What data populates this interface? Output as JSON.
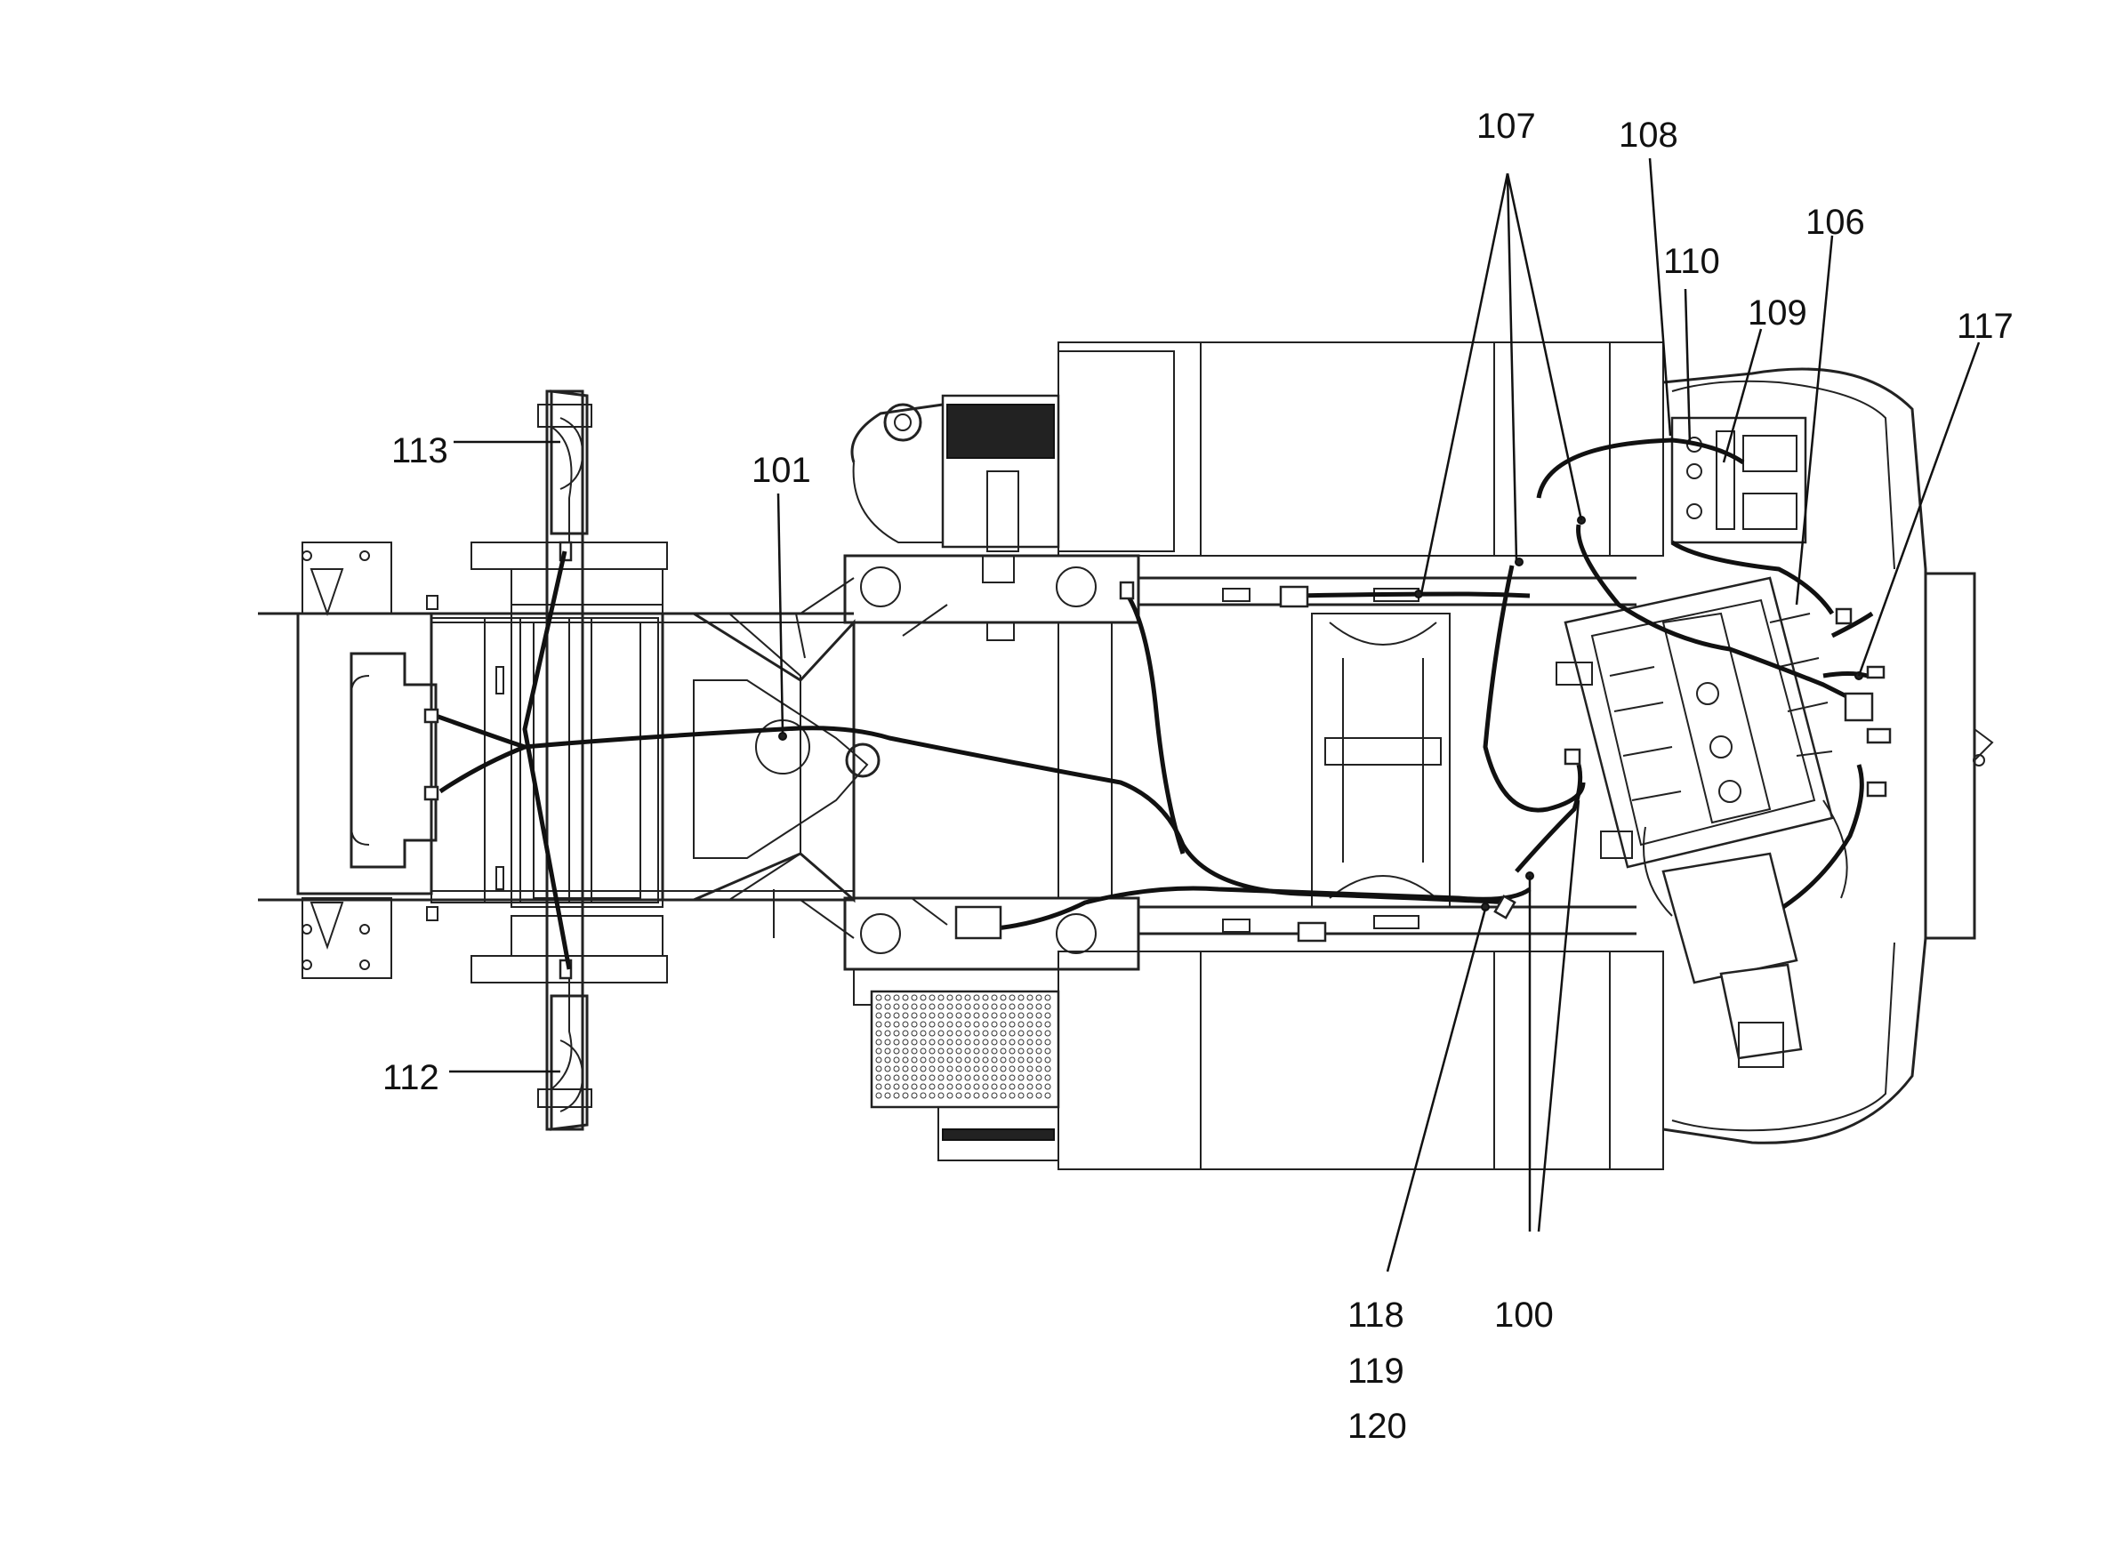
{
  "figure": {
    "reference_numerals": [
      {
        "id": "107",
        "text": "107"
      },
      {
        "id": "108",
        "text": "108"
      },
      {
        "id": "106",
        "text": "106"
      },
      {
        "id": "110",
        "text": "110"
      },
      {
        "id": "109",
        "text": "109"
      },
      {
        "id": "117",
        "text": "117"
      },
      {
        "id": "113",
        "text": "113"
      },
      {
        "id": "101",
        "text": "101"
      },
      {
        "id": "112",
        "text": "112"
      },
      {
        "id": "118",
        "text": "118"
      },
      {
        "id": "119",
        "text": "119"
      },
      {
        "id": "120",
        "text": "120"
      },
      {
        "id": "100",
        "text": "100"
      }
    ]
  }
}
